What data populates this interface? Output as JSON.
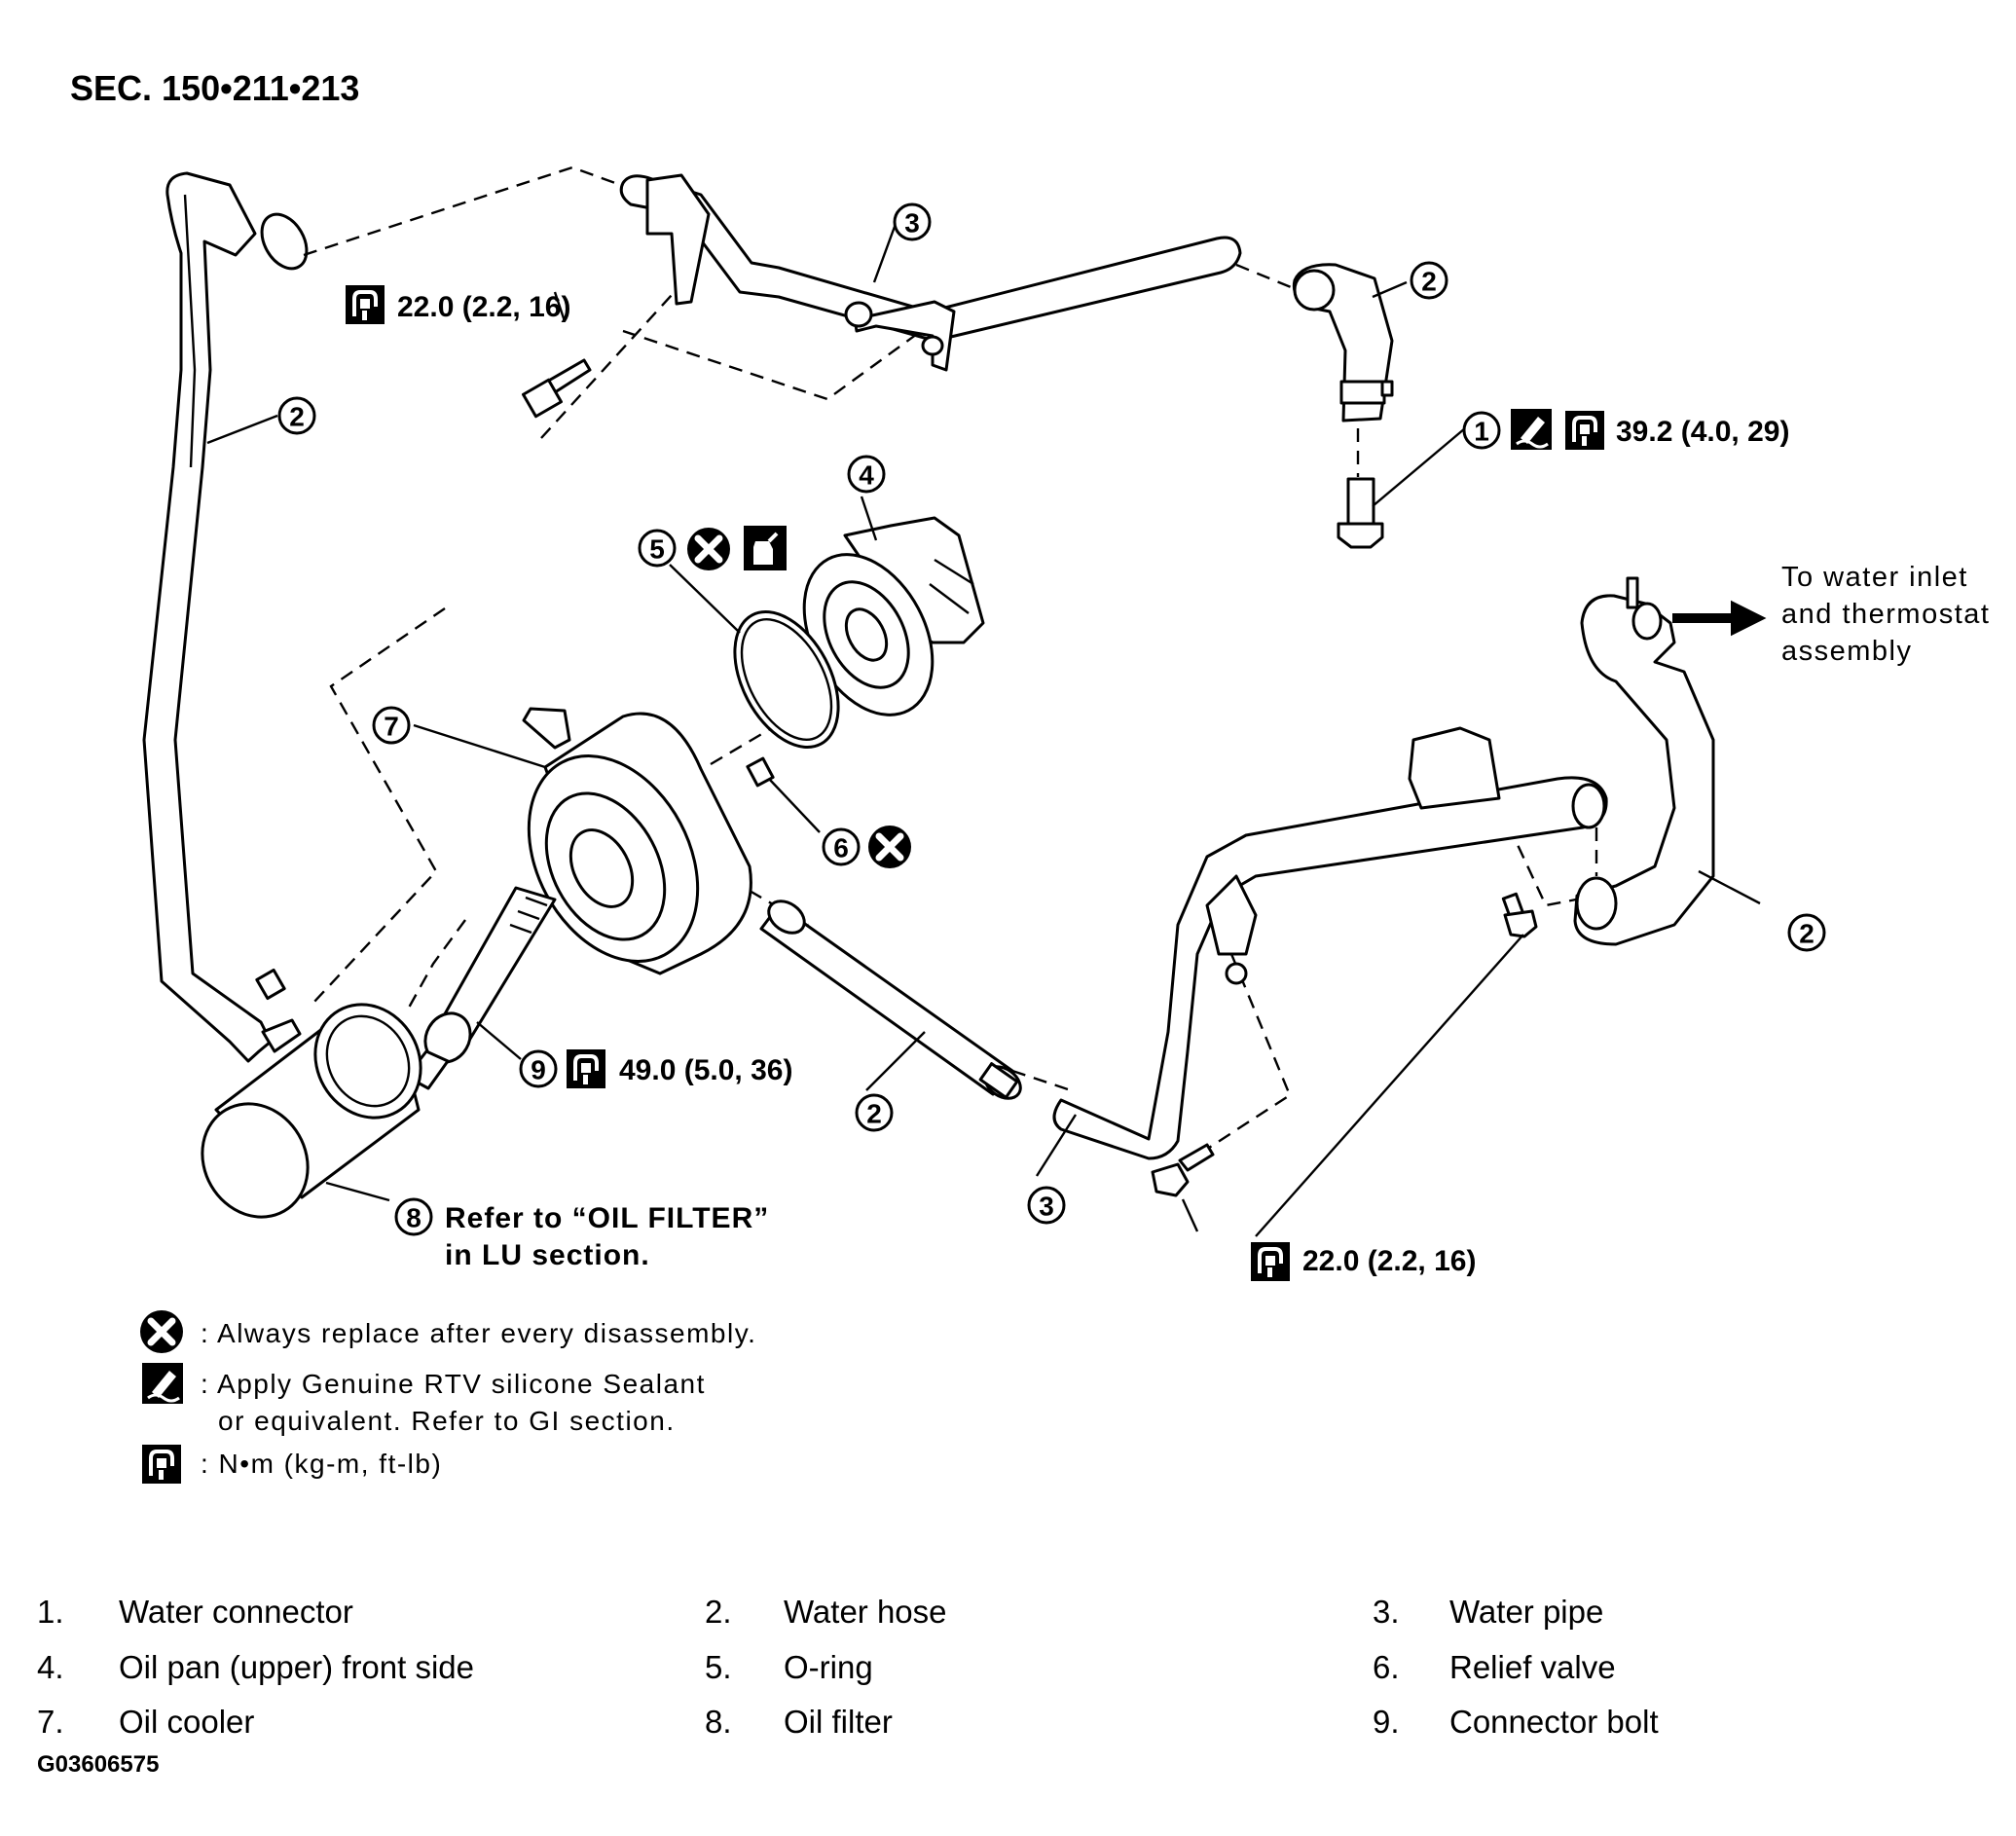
{
  "section_title": "SEC. 150•211•213",
  "callouts": {
    "c1": "1",
    "c2a": "2",
    "c2b": "2",
    "c2c": "2",
    "c2d": "2",
    "c3a": "3",
    "c3b": "3",
    "c4": "4",
    "c5": "5",
    "c6": "6",
    "c7": "7",
    "c8": "8",
    "c9": "9"
  },
  "torque": {
    "top_bracket_bolt": "22.0 (2.2, 16)",
    "water_connector": "39.2 (4.0, 29)",
    "connector_bolt": "49.0 (5.0, 36)",
    "bottom_bracket_bolt": "22.0 (2.2, 16)"
  },
  "note_thermostat": [
    "To water inlet",
    "and thermostat",
    "assembly"
  ],
  "oil_filter_ref": [
    "Refer to “OIL FILTER”",
    "in LU section."
  ],
  "symbols_legend": [
    {
      "icon": "replace-icon",
      "text": ": Always replace after every disassembly."
    },
    {
      "icon": "sealant-icon",
      "text": ": Apply Genuine RTV silicone Sealant",
      "text2": "or equivalent. Refer to GI section."
    },
    {
      "icon": "torque-wrench-icon",
      "text": ": N•m (kg-m, ft-lb)"
    }
  ],
  "parts_list": [
    {
      "num": "1.",
      "name": "Water connector"
    },
    {
      "num": "2.",
      "name": "Water hose"
    },
    {
      "num": "3.",
      "name": "Water pipe"
    },
    {
      "num": "4.",
      "name": "Oil pan (upper) front side"
    },
    {
      "num": "5.",
      "name": "O-ring"
    },
    {
      "num": "6.",
      "name": "Relief valve"
    },
    {
      "num": "7.",
      "name": "Oil cooler"
    },
    {
      "num": "8.",
      "name": "Oil filter"
    },
    {
      "num": "9.",
      "name": "Connector bolt"
    }
  ],
  "figure_id": "G03606575"
}
